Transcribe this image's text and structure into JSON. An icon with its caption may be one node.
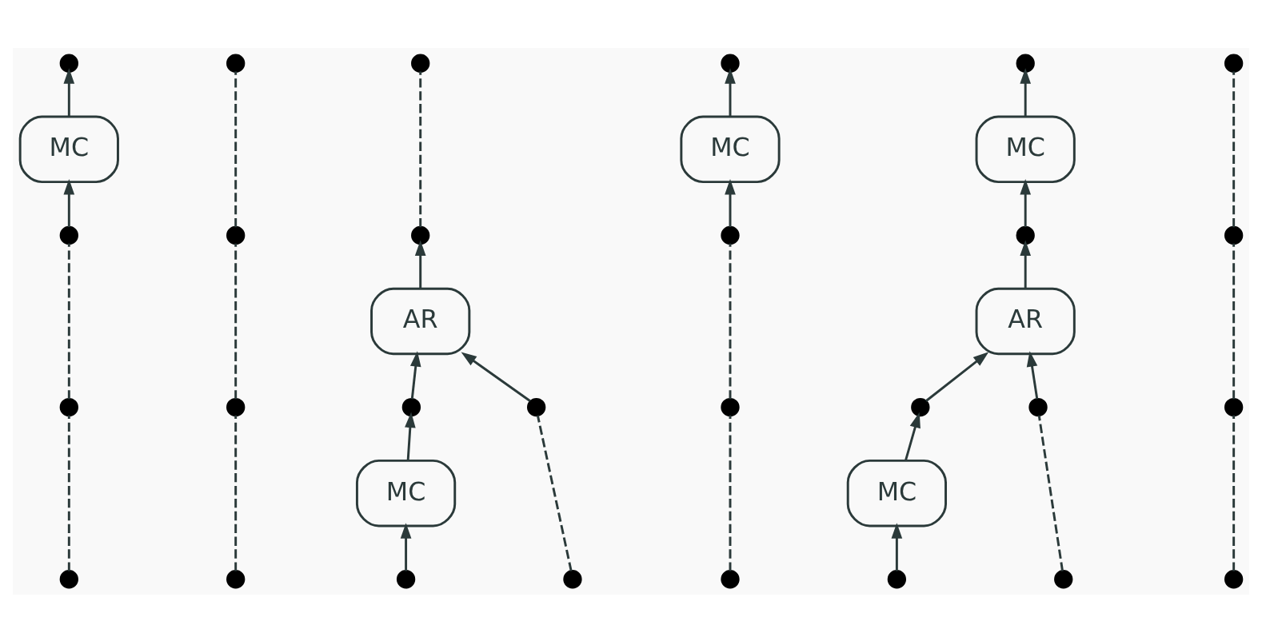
{
  "diagram": {
    "nodes": [
      {
        "text": [],
        "shape": "circle"
      },
      {
        "text": [],
        "shape": "circle"
      },
      {
        "text": [],
        "shape": "circle"
      },
      {
        "text": [],
        "shape": "circle"
      },
      {
        "text": [],
        "shape": "circle"
      },
      {
        "text": [],
        "shape": "circle"
      },
      {
        "text": [
          "MC"
        ]
      },
      {
        "text": [
          "MC"
        ]
      },
      {
        "text": [
          "MC"
        ]
      },
      {
        "text": [],
        "shape": "circle"
      },
      {
        "text": [],
        "shape": "circle"
      },
      {
        "text": [],
        "shape": "circle"
      },
      {
        "text": [],
        "shape": "circle"
      },
      {
        "text": [],
        "shape": "circle"
      },
      {
        "text": [],
        "shape": "circle"
      },
      {
        "text": [
          "AR"
        ]
      },
      {
        "text": [
          "AR"
        ]
      },
      {
        "text": [],
        "shape": "circle"
      },
      {
        "text": [],
        "shape": "circle"
      },
      {
        "text": [],
        "shape": "circle"
      },
      {
        "text": [],
        "shape": "circle"
      },
      {
        "text": [],
        "shape": "circle"
      },
      {
        "text": [],
        "shape": "circle"
      },
      {
        "text": [],
        "shape": "circle"
      },
      {
        "text": [],
        "shape": "circle"
      },
      {
        "text": [
          "MC"
        ]
      },
      {
        "text": [
          "MC"
        ]
      },
      {
        "text": [],
        "shape": "circle"
      },
      {
        "text": [],
        "shape": "circle"
      },
      {
        "text": [],
        "shape": "circle"
      },
      {
        "text": [],
        "shape": "circle"
      },
      {
        "text": [],
        "shape": "circle"
      },
      {
        "text": [],
        "shape": "circle"
      },
      {
        "text": [],
        "shape": "circle"
      },
      {
        "text": [],
        "shape": "circle"
      }
    ],
    "edges": [
      {
        "from": 27,
        "to": 17,
        "arrow": "none",
        "style": "dashed"
      },
      {
        "from": 17,
        "to": 9,
        "arrow": "none",
        "style": "dashed"
      },
      {
        "from": 9,
        "to": 6,
        "arrow": "to"
      },
      {
        "from": 6,
        "to": 0,
        "arrow": "to"
      },
      {
        "from": 28,
        "to": 18,
        "arrow": "none",
        "style": "dashed"
      },
      {
        "from": 18,
        "to": 10,
        "arrow": "none",
        "style": "dashed"
      },
      {
        "from": 10,
        "to": 1,
        "arrow": "none",
        "style": "dashed"
      },
      {
        "from": 29,
        "to": 25,
        "arrow": "to"
      },
      {
        "from": 25,
        "to": 19,
        "arrow": "to"
      },
      {
        "from": 19,
        "to": 15,
        "arrow": "to"
      },
      {
        "from": 20,
        "to": 15,
        "arrow": "to"
      },
      {
        "from": 30,
        "to": 20,
        "arrow": "none",
        "style": "dashed"
      },
      {
        "from": 15,
        "to": 11,
        "arrow": "to"
      },
      {
        "from": 11,
        "to": 2,
        "arrow": "none",
        "style": "dashed"
      },
      {
        "from": 31,
        "to": 21,
        "arrow": "none",
        "style": "dashed"
      },
      {
        "from": 21,
        "to": 12,
        "arrow": "none",
        "style": "dashed"
      },
      {
        "from": 12,
        "to": 7,
        "arrow": "to"
      },
      {
        "from": 7,
        "to": 3,
        "arrow": "to"
      },
      {
        "from": 32,
        "to": 26,
        "arrow": "to"
      },
      {
        "from": 26,
        "to": 22,
        "arrow": "to"
      },
      {
        "from": 22,
        "to": 16,
        "arrow": "to"
      },
      {
        "from": 23,
        "to": 16,
        "arrow": "to"
      },
      {
        "from": 33,
        "to": 23,
        "arrow": "none",
        "style": "dashed"
      },
      {
        "from": 16,
        "to": 13,
        "arrow": "to"
      },
      {
        "from": 13,
        "to": 8,
        "arrow": "to"
      },
      {
        "from": 8,
        "to": 4,
        "arrow": "to"
      },
      {
        "from": 34,
        "to": 24,
        "arrow": "none",
        "style": "dashed"
      },
      {
        "from": 24,
        "to": 14,
        "arrow": "none",
        "style": "dashed"
      },
      {
        "from": 14,
        "to": 5,
        "arrow": "none",
        "style": "dashed"
      }
    ]
  }
}
